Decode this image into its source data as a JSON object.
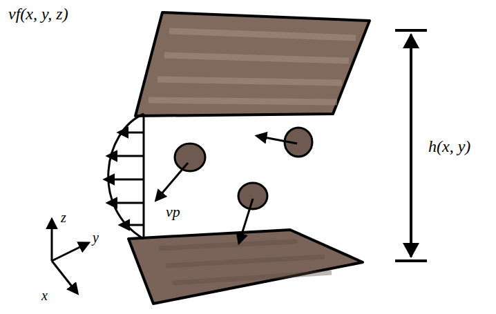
{
  "diagram": {
    "labels": [
      "vf(x, y, z)",
      "vp",
      "h(x, y)",
      "z",
      "y",
      "x"
    ]
  }
}
